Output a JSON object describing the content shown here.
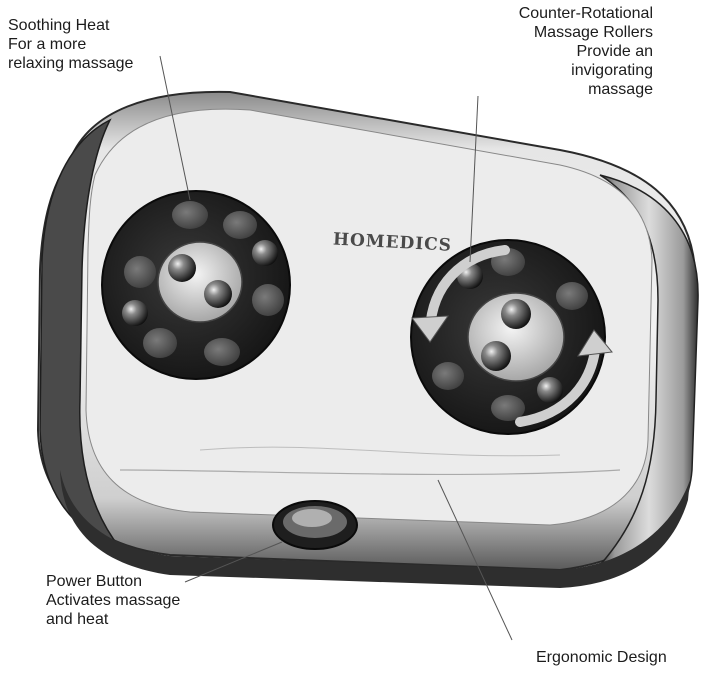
{
  "brand_logo": "HOMEDICS",
  "callouts": {
    "soothing_heat": {
      "lines": [
        "Soothing Heat",
        "For a more",
        "relaxing massage"
      ]
    },
    "rollers": {
      "lines": [
        "Counter-Rotational",
        "Massage Rollers",
        "Provide an",
        "invigorating",
        "massage"
      ]
    },
    "power_button": {
      "lines": [
        "Power Button",
        "Activates massage",
        "and heat"
      ]
    },
    "ergonomic": {
      "lines": [
        "Ergonomic Design"
      ]
    }
  },
  "icons": {
    "rotation_arrows": "rotation-arrow-icon"
  }
}
